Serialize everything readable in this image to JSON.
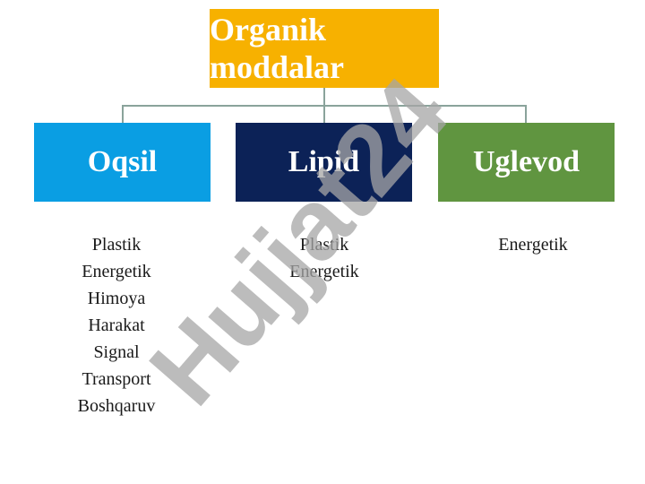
{
  "root": {
    "label": "Organik moddalar",
    "color": "#f7b100"
  },
  "categories": [
    {
      "label": "Oqsil",
      "color": "#0a9ee3",
      "items": [
        "Plastik",
        "Energetik",
        "Himoya",
        "Harakat",
        "Signal",
        "Transport",
        "Boshqaruv"
      ]
    },
    {
      "label": "Lipid",
      "color": "#0c2257",
      "items": [
        "Plastik",
        "Energetik"
      ]
    },
    {
      "label": "Uglevod",
      "color": "#609540",
      "items": [
        "Energetik"
      ]
    }
  ],
  "watermark": {
    "text": "Hujjat24",
    "color": "#a6a6a6"
  }
}
